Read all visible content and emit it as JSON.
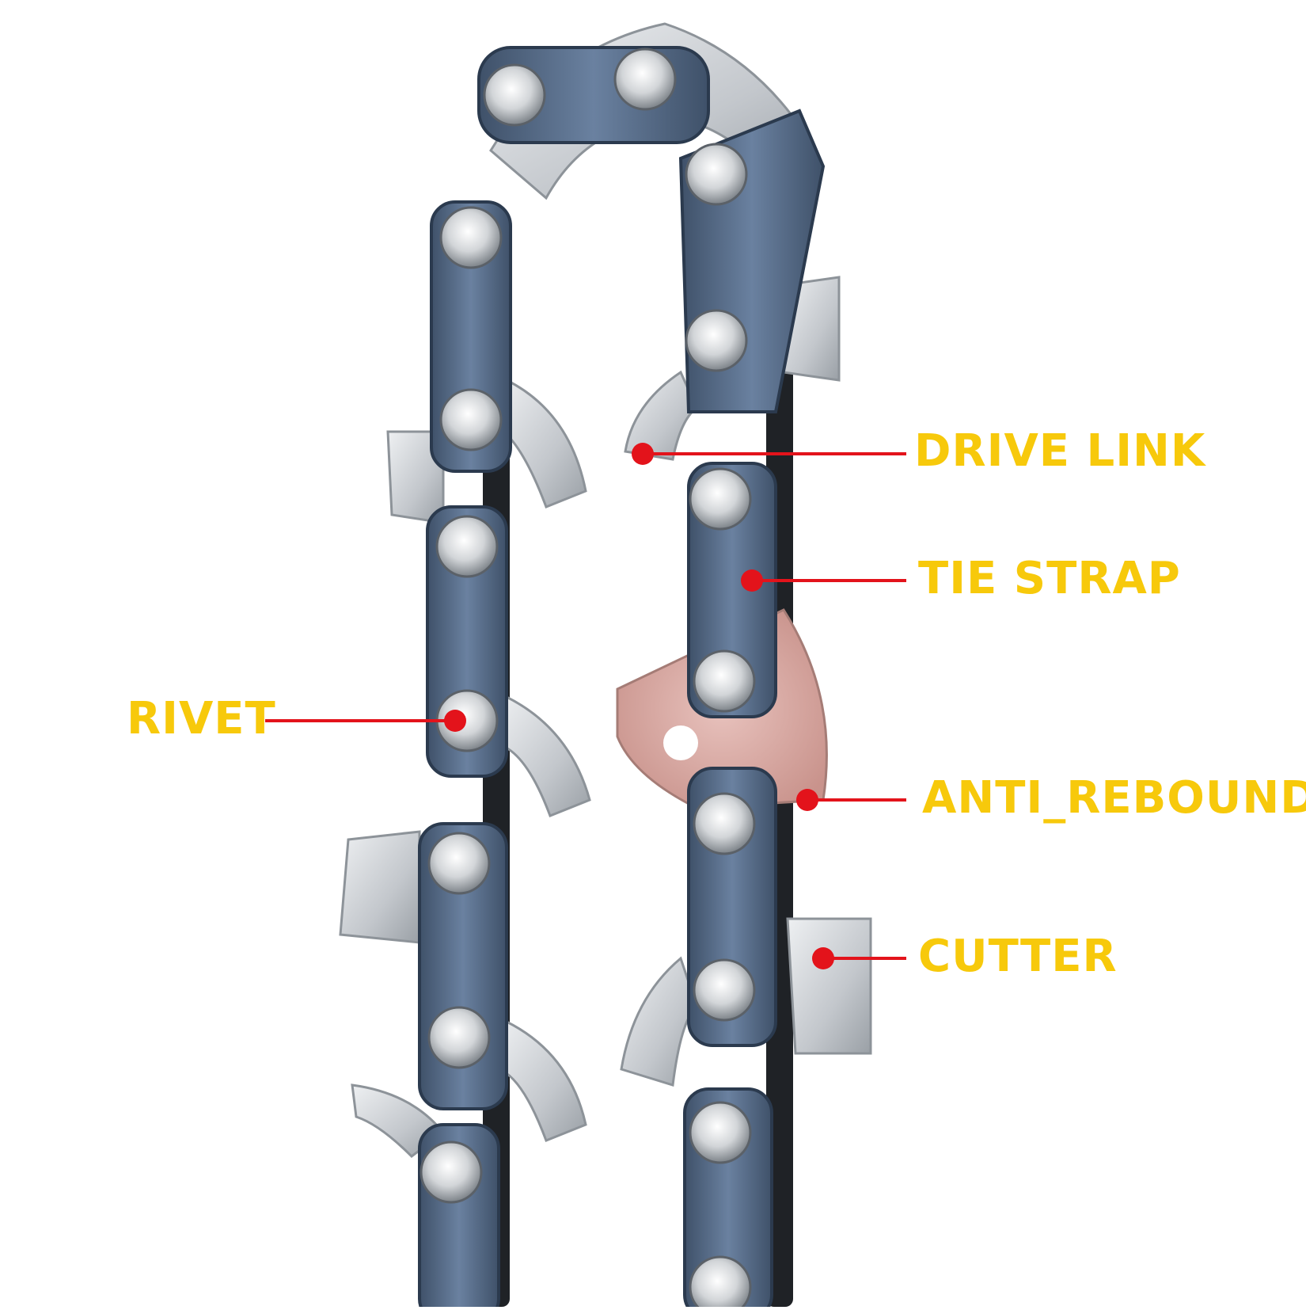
{
  "colors": {
    "background": "#ffffff",
    "link_blue": "#5f7592",
    "link_blue_dark": "#3d4f68",
    "steel": "#c9ccd0",
    "steel_dark": "#8f959b",
    "rivet": "#d9dcdf",
    "label_yellow": "#f7c90b",
    "callout_red": "#e3131b",
    "anti_rebound_tint": "#d8a6a0"
  },
  "labels": {
    "drive_link": "DRIVE LINK",
    "tie_strap": "TIE STRAP",
    "rivet": "RIVET",
    "anti_rebound": "ANTI_REBOUND",
    "cutter": "CUTTER"
  },
  "icons": {
    "chain": "saw-chain-loop"
  }
}
